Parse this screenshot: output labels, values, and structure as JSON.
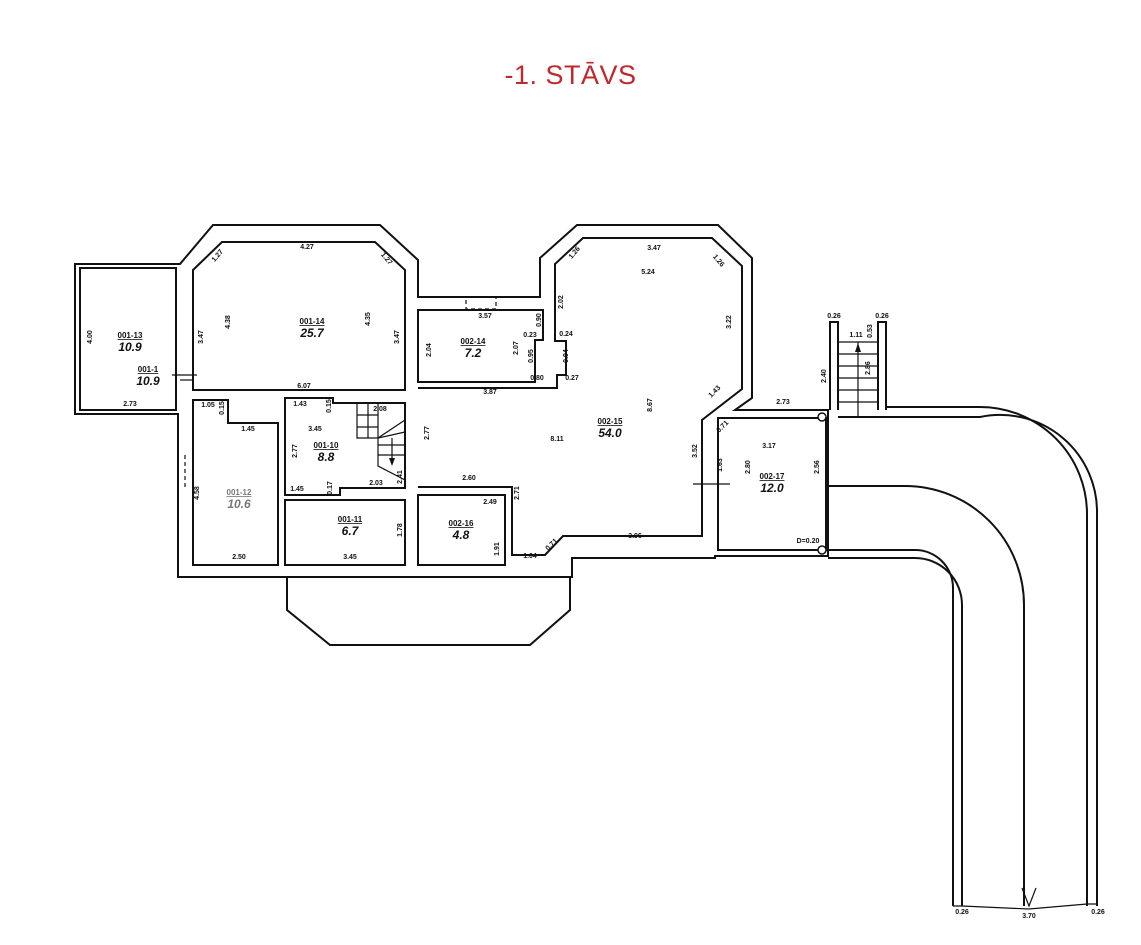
{
  "title": "-1. STĀVS",
  "colors": {
    "title": "#c0282d",
    "lines": "#111111"
  },
  "rooms": [
    {
      "id": "001-13",
      "area": "10.9"
    },
    {
      "id": "001-1",
      "area": "10.9"
    },
    {
      "id": "001-14",
      "area": "25.7"
    },
    {
      "id": "002-14",
      "area": "7.2"
    },
    {
      "id": "001-10",
      "area": "8.8"
    },
    {
      "id": "001-12",
      "area": "10.6"
    },
    {
      "id": "001-11",
      "area": "6.7"
    },
    {
      "id": "002-16",
      "area": "4.8"
    },
    {
      "id": "002-15",
      "area": "54.0"
    },
    {
      "id": "002-17",
      "area": "12.0"
    }
  ],
  "dimensions": [
    "4.27",
    "1.27",
    "1.27",
    "4.00",
    "3.47",
    "4.38",
    "4.35",
    "3.47",
    "6.07",
    "2.73",
    "1.05",
    "0.15",
    "1.45",
    "2.50",
    "4.58",
    "1.43",
    "0.15",
    "3.45",
    "2.08",
    "2.77",
    "1.45",
    "0.17",
    "2.03",
    "2.41",
    "1.78",
    "3.45",
    "3.57",
    "2.04",
    "2.07",
    "0.90",
    "0.23",
    "0.24",
    "0.95",
    "0.94",
    "0.80",
    "0.27",
    "3.87",
    "2.77",
    "8.11",
    "2.60",
    "2.49",
    "2.71",
    "1.91",
    "1.04",
    "0.71",
    "3.96",
    "3.47",
    "5.24",
    "1.26",
    "1.26",
    "2.02",
    "3.22",
    "8.67",
    "1.43",
    "3.52",
    "1.63",
    "0.71",
    "2.73",
    "3.17",
    "2.80",
    "2.56",
    "D=0.20",
    "0.26",
    "0.26",
    "1.11",
    "0.53",
    "2.40",
    "2.86",
    "0.26",
    "3.70",
    "0.26"
  ]
}
